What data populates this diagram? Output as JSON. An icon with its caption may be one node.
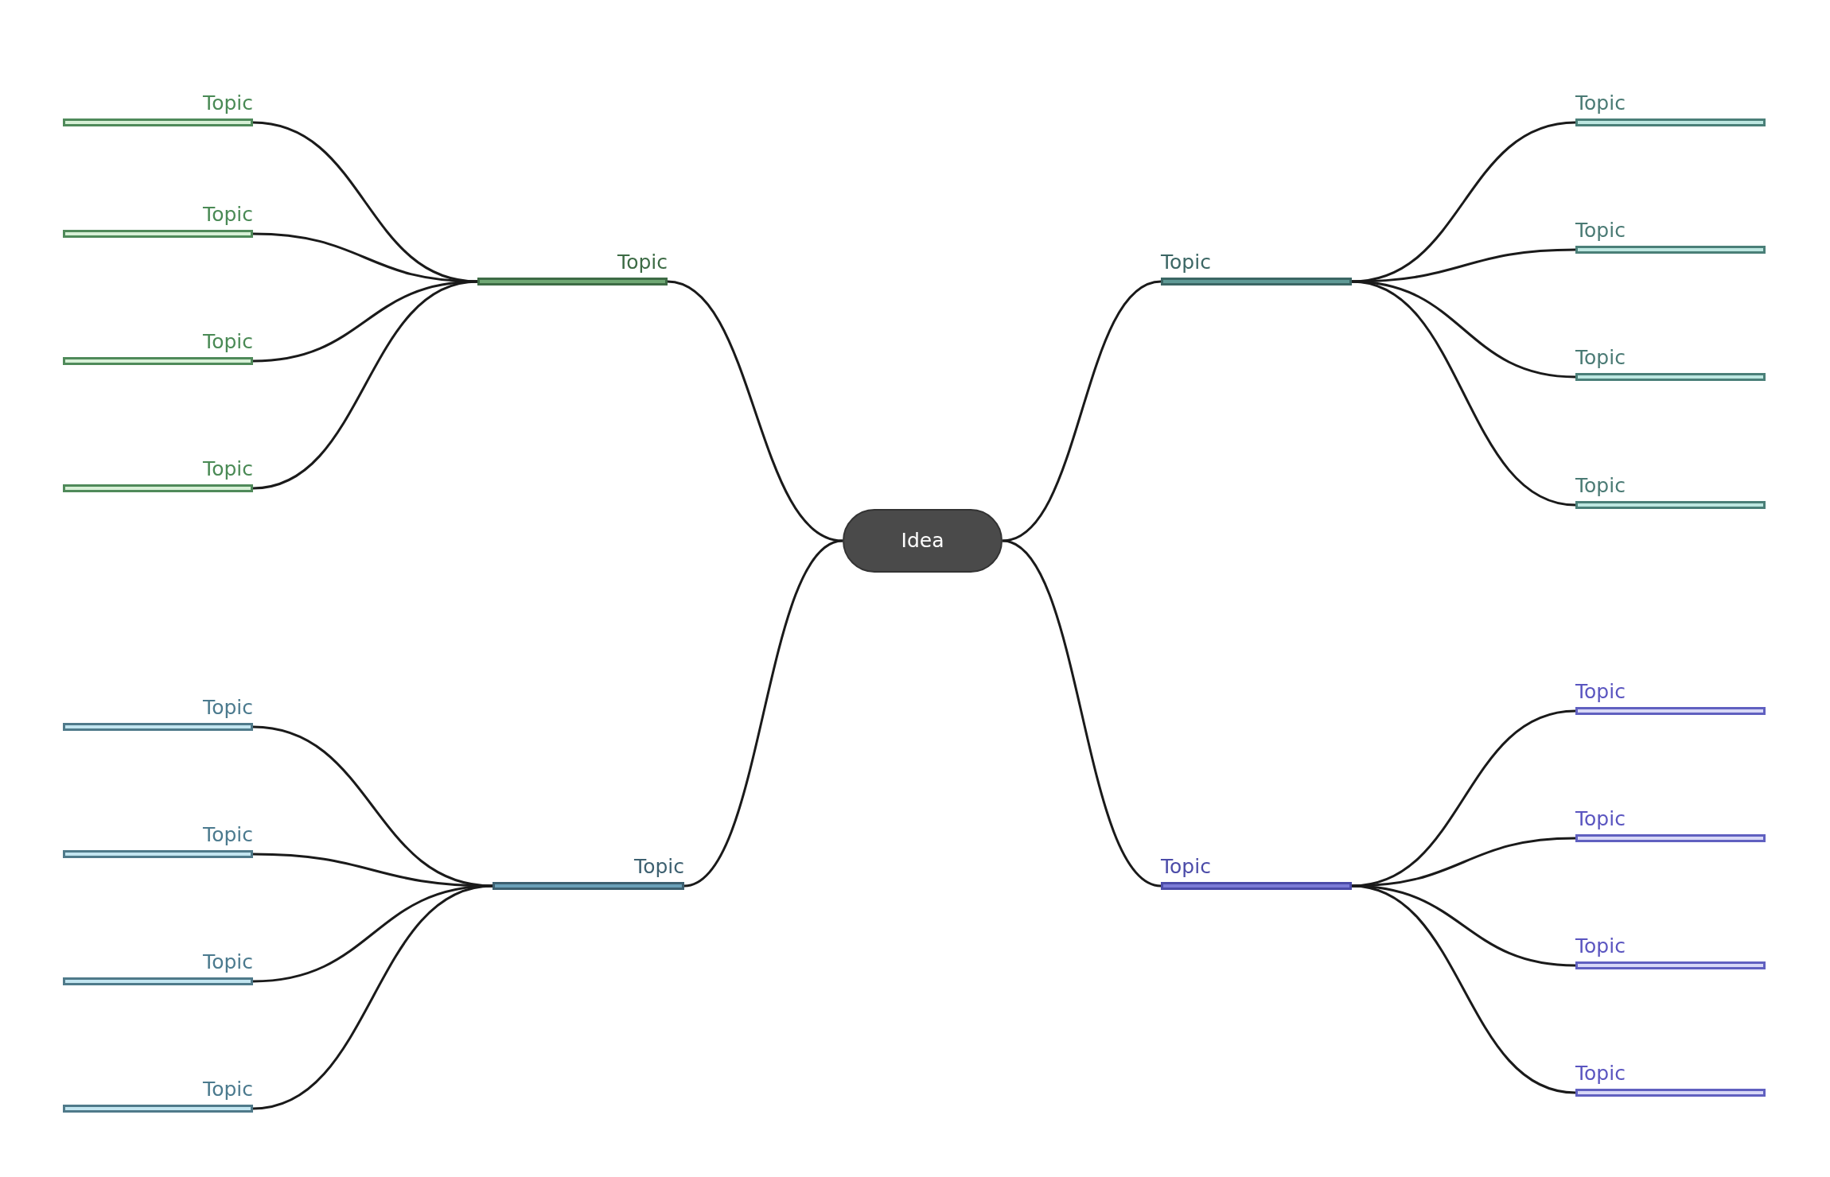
{
  "diagram": {
    "nodes": [
      {
        "text": [
          "Idea"
        ]
      },
      {
        "text": [
          "Topic"
        ]
      },
      {
        "text": [
          "Topic"
        ]
      },
      {
        "text": [
          "Topic"
        ]
      },
      {
        "text": [
          "Topic"
        ]
      },
      {
        "text": [
          "Topic"
        ]
      },
      {
        "text": [
          "Topic"
        ]
      },
      {
        "text": [
          "Topic"
        ]
      },
      {
        "text": [
          "Topic"
        ]
      },
      {
        "text": [
          "Topic"
        ]
      },
      {
        "text": [
          "Topic"
        ]
      },
      {
        "text": [
          "Topic"
        ]
      },
      {
        "text": [
          "Topic"
        ]
      },
      {
        "text": [
          "Topic"
        ]
      },
      {
        "text": [
          "Topic"
        ]
      },
      {
        "text": [
          "Topic"
        ]
      },
      {
        "text": [
          "Topic"
        ]
      },
      {
        "text": [
          "Topic"
        ]
      },
      {
        "text": [
          "Topic"
        ]
      },
      {
        "text": [
          "Topic"
        ]
      },
      {
        "text": [
          "Topic"
        ]
      }
    ],
    "edges": [
      {
        "from": 0,
        "to": 1,
        "arrow": "none"
      },
      {
        "from": 1,
        "to": 2,
        "arrow": "none"
      },
      {
        "from": 1,
        "to": 3,
        "arrow": "none"
      },
      {
        "from": 1,
        "to": 4,
        "arrow": "none"
      },
      {
        "from": 1,
        "to": 5,
        "arrow": "none"
      },
      {
        "from": 0,
        "to": 6,
        "arrow": "none"
      },
      {
        "from": 6,
        "to": 7,
        "arrow": "none"
      },
      {
        "from": 6,
        "to": 8,
        "arrow": "none"
      },
      {
        "from": 6,
        "to": 9,
        "arrow": "none"
      },
      {
        "from": 6,
        "to": 10,
        "arrow": "none"
      },
      {
        "from": 0,
        "to": 11,
        "arrow": "none"
      },
      {
        "from": 11,
        "to": 12,
        "arrow": "none"
      },
      {
        "from": 11,
        "to": 13,
        "arrow": "none"
      },
      {
        "from": 11,
        "to": 14,
        "arrow": "none"
      },
      {
        "from": 11,
        "to": 15,
        "arrow": "none"
      },
      {
        "from": 0,
        "to": 16,
        "arrow": "none"
      },
      {
        "from": 16,
        "to": 17,
        "arrow": "none"
      },
      {
        "from": 16,
        "to": 18,
        "arrow": "none"
      },
      {
        "from": 16,
        "to": 19,
        "arrow": "none"
      },
      {
        "from": 16,
        "to": 20,
        "arrow": "none"
      }
    ]
  }
}
